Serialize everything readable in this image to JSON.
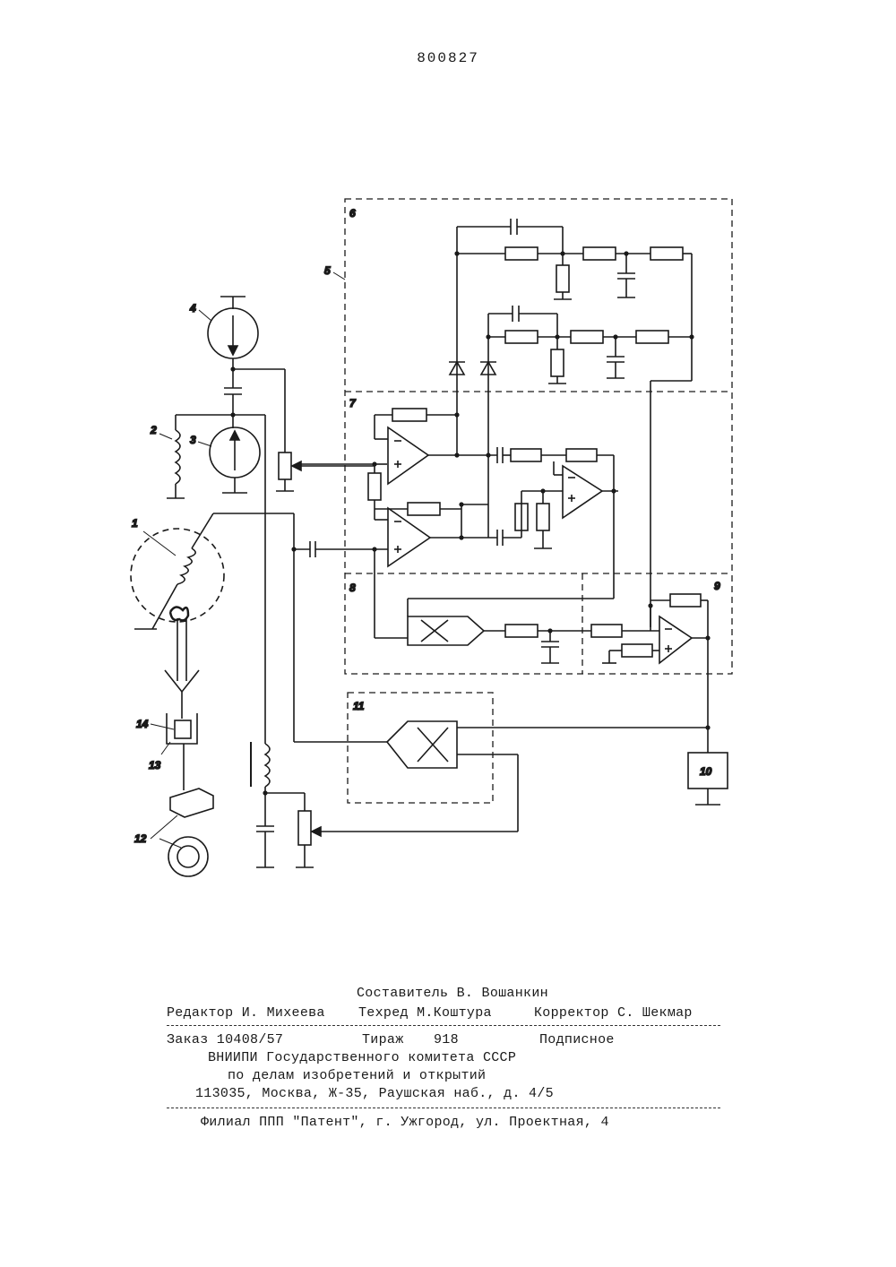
{
  "document": {
    "patent_number": "800827"
  },
  "diagram_labels": {
    "l1": "1",
    "l2": "2",
    "l3": "3",
    "l4": "4",
    "l5": "5",
    "l6": "6",
    "l7": "7",
    "l8": "8",
    "l9": "9",
    "l10": "10",
    "l11": "11",
    "l12": "12",
    "l13": "13",
    "l14": "14"
  },
  "colophon": {
    "compiler": "Составитель В. Вошанкин",
    "editor": "Редактор И. Михеева",
    "techred": "Техред М.Коштура",
    "corrector": "Корректор С. Шекмар",
    "order": "Заказ 10408/57",
    "circulation_label": "Тираж",
    "circulation": "918",
    "subscription": "Подписное",
    "org1": "ВНИИПИ Государственного комитета СССР",
    "org2": "по делам изобретений и открытий",
    "address": "113035, Москва, Ж-35, Раушская наб., д. 4/5",
    "branch": "Филиал ППП \"Патент\", г. Ужгород, ул. Проектная, 4"
  }
}
